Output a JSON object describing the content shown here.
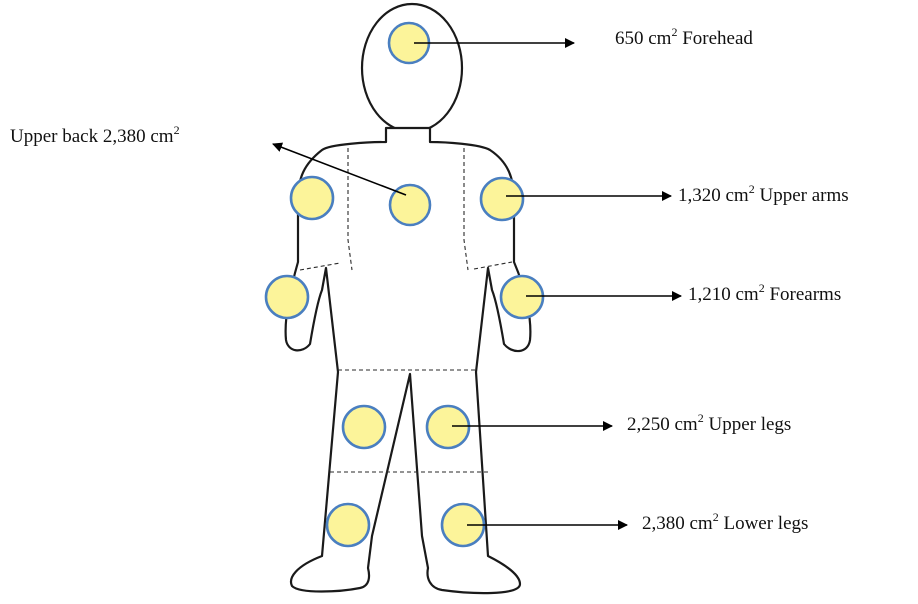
{
  "colors": {
    "site_fill": "#fcf49a",
    "site_stroke": "#4a7fc0",
    "outline": "#1a1a1a",
    "arrow": "#000000"
  },
  "labels": {
    "forehead": {
      "before": "650 cm",
      "sup": "2",
      "after": " Forehead"
    },
    "upper_back": {
      "before": "Upper back 2,380 cm",
      "sup": "2",
      "after": ""
    },
    "upper_arms": {
      "before": "1,320 cm",
      "sup": "2",
      "after": " Upper arms"
    },
    "forearms": {
      "before": "1,210 cm",
      "sup": "2",
      "after": " Forearms"
    },
    "upper_legs": {
      "before": "2,250 cm",
      "sup": "2",
      "after": " Upper legs"
    },
    "lower_legs": {
      "before": "2,380 cm",
      "sup": "2",
      "after": " Lower legs"
    }
  }
}
